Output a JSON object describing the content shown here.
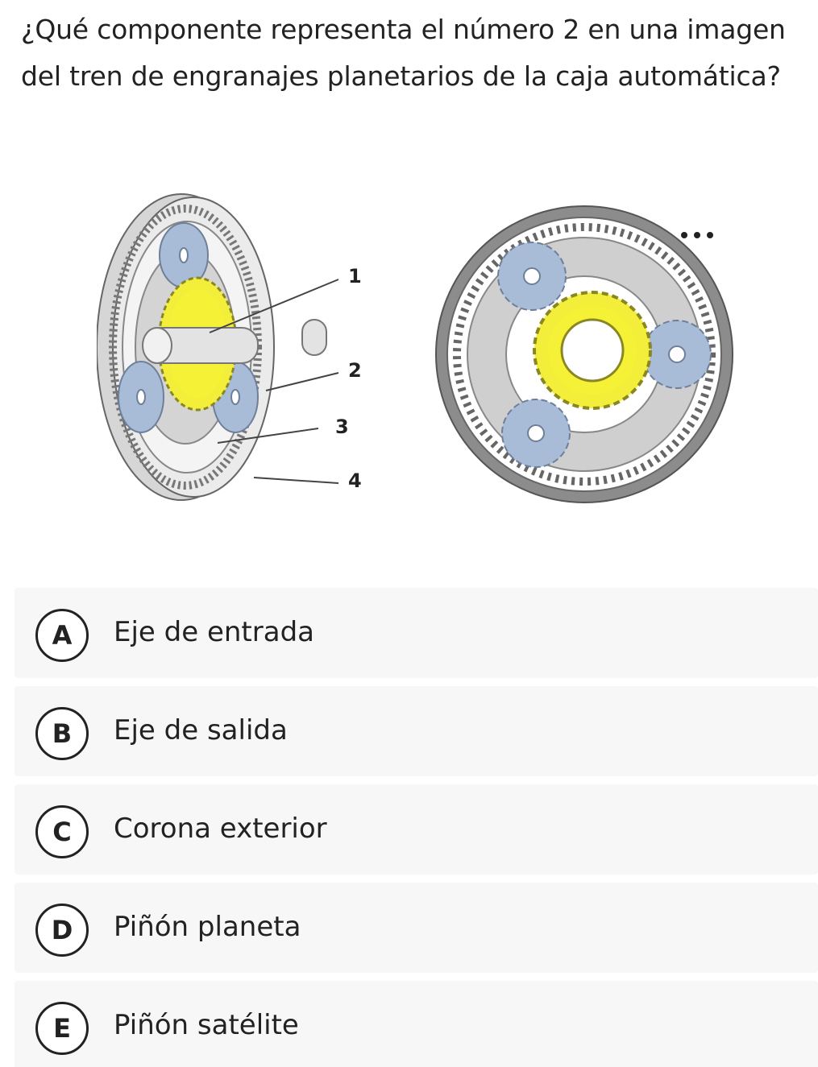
{
  "question": {
    "line1": "¿Qué componente representa el número 2 en una imagen",
    "line2": "del tren de engranajes planetarios de la caja automática?"
  },
  "figure": {
    "callouts": [
      "1",
      "2",
      "3",
      "4"
    ],
    "colors": {
      "sun_gear": "#f2ee3a",
      "planet_gear": "#a9bcd7",
      "ring_gear": "#d9d9d9",
      "carrier": "#c4c4c4",
      "outline": "#555555"
    }
  },
  "more_icon": "more-horizontal-icon",
  "options": [
    {
      "letter": "A",
      "label": "Eje de entrada"
    },
    {
      "letter": "B",
      "label": "Eje de salida"
    },
    {
      "letter": "C",
      "label": "Corona exterior"
    },
    {
      "letter": "D",
      "label": "Piñón planeta"
    },
    {
      "letter": "E",
      "label": "Piñón satélite"
    }
  ]
}
